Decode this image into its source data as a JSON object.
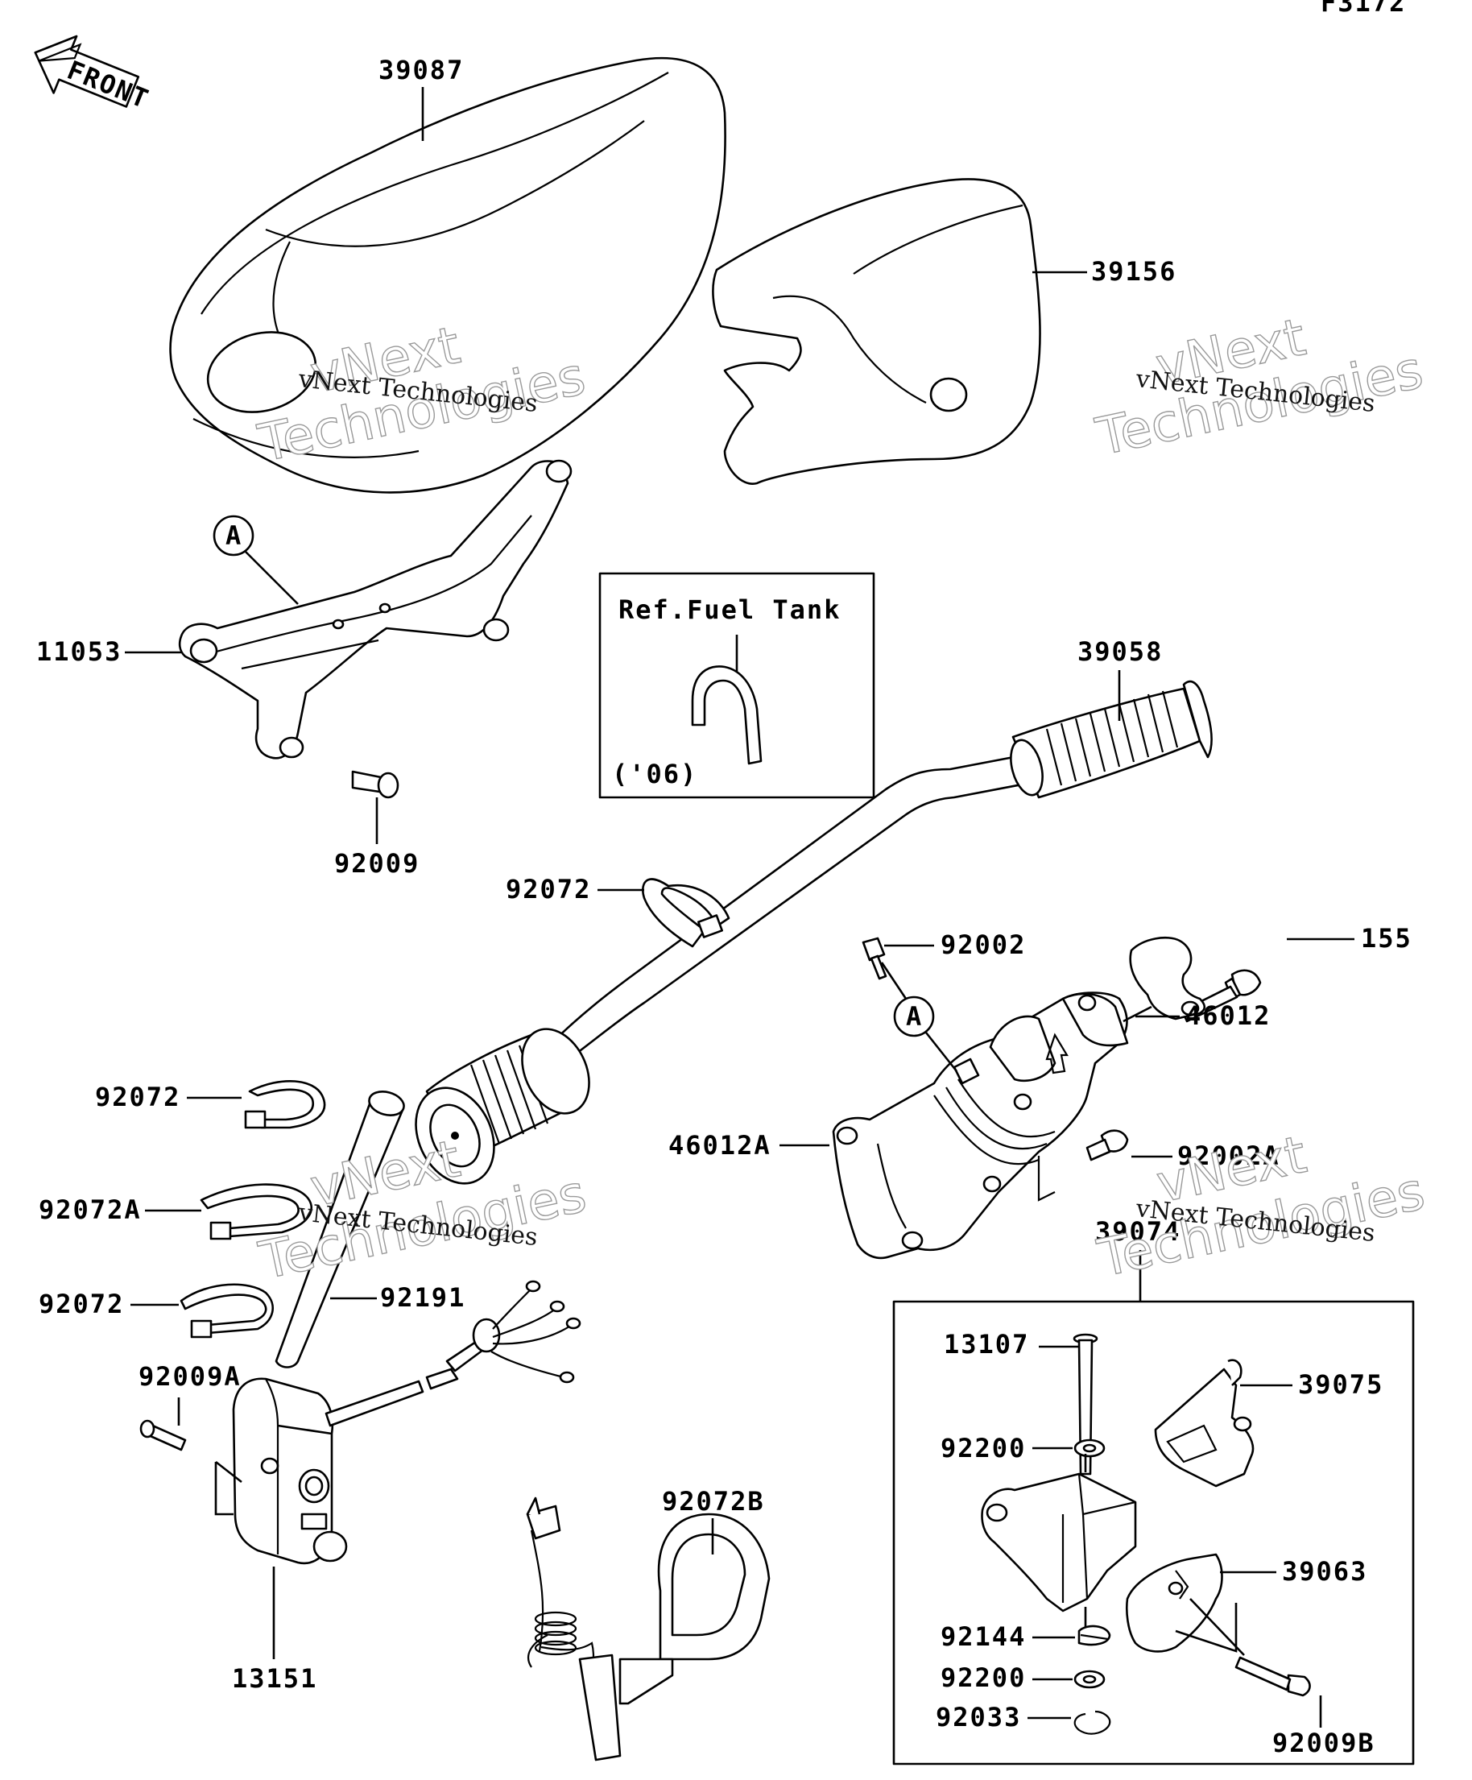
{
  "corner_code": "F3172",
  "front_arrow": "FRONT",
  "ref_box": {
    "title": "Ref.Fuel Tank",
    "note": "('06)"
  },
  "watermark": {
    "line1": "vNext",
    "line2": "Technologies",
    "caption": "vNext Technologies"
  },
  "callout_letter": "A",
  "parts": {
    "p39087": "39087",
    "p39156": "39156",
    "p11053": "11053",
    "p92009": "92009",
    "p39058": "39058",
    "p92072_top": "92072",
    "p92002": "92002",
    "p155": "155",
    "p46012": "46012",
    "p46012A": "46012A",
    "p92002A": "92002A",
    "p92072_a": "92072",
    "p92072A": "92072A",
    "p92072_b": "92072",
    "p92191": "92191",
    "p39074": "39074",
    "p92009A": "92009A",
    "p13151": "13151",
    "p92072B": "92072B",
    "p13107": "13107",
    "p39075": "39075",
    "p92200_a": "92200",
    "p39063": "39063",
    "p92144": "92144",
    "p92200_b": "92200",
    "p92033": "92033",
    "p92009B": "92009B"
  }
}
